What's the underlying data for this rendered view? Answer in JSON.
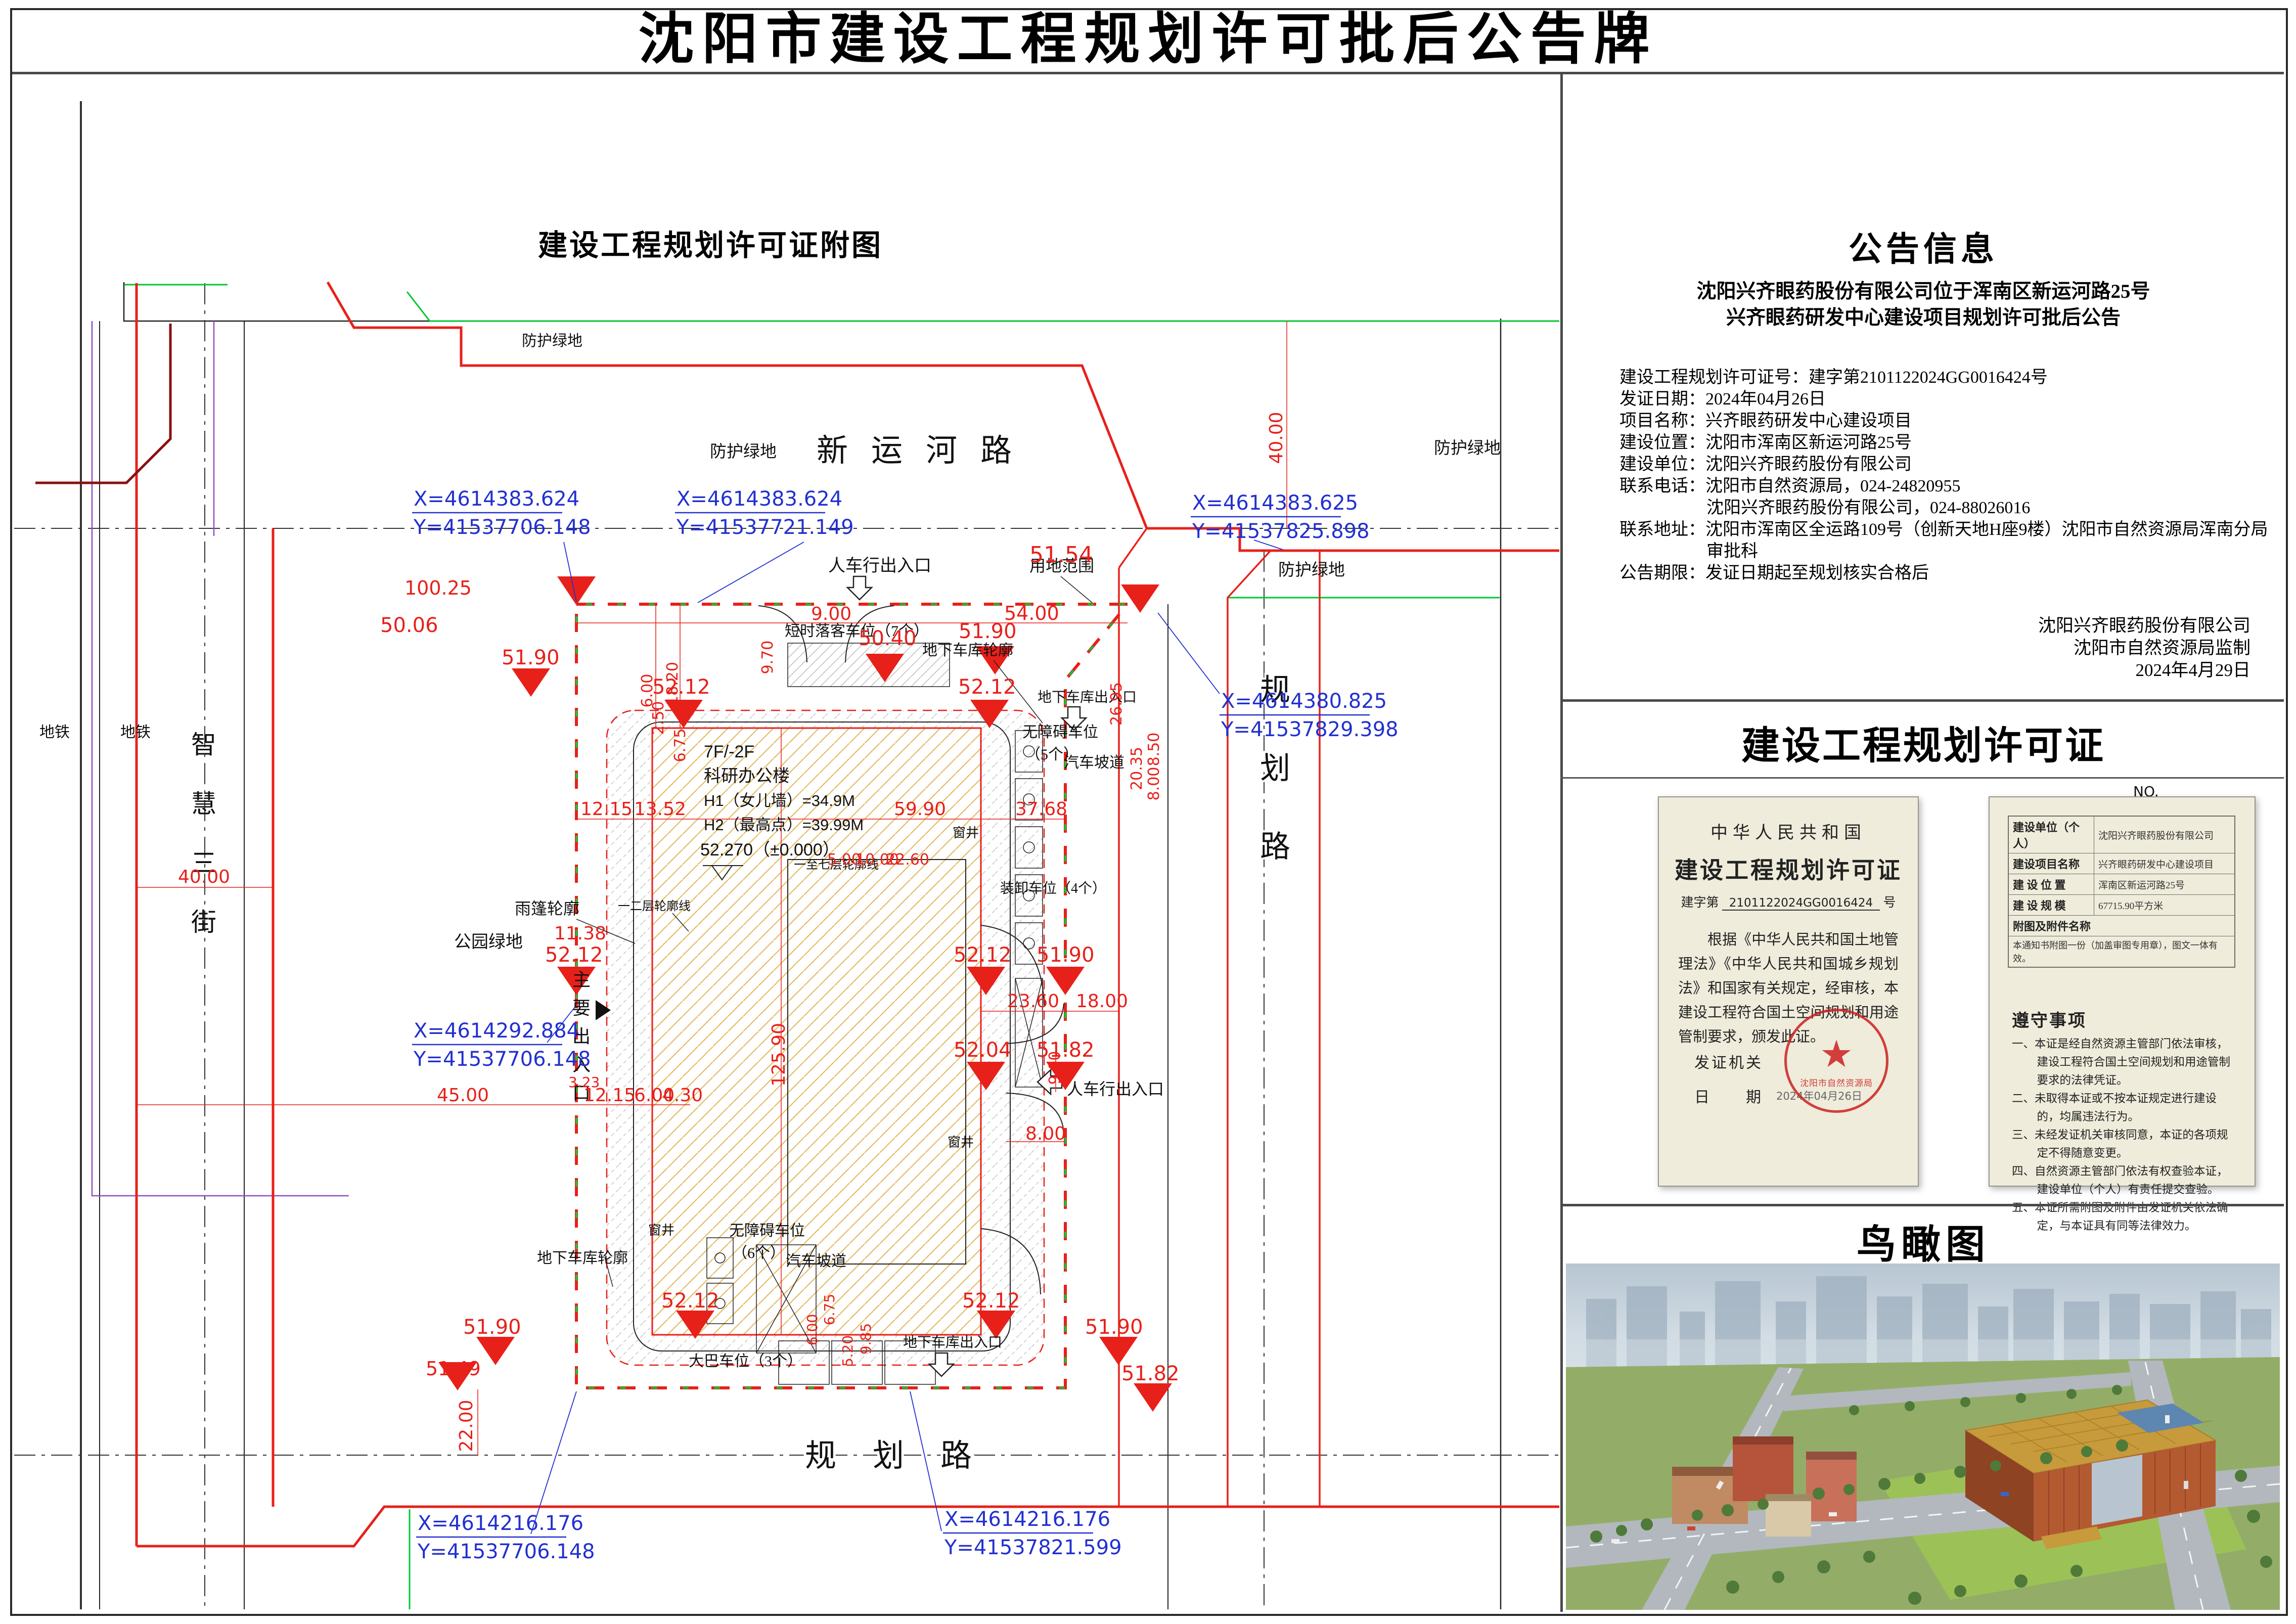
{
  "page": {
    "title": "沈阳市建设工程规划许可批后公告牌"
  },
  "plan": {
    "title": "建设工程规划许可证附图",
    "roads": {
      "north": "新运河路",
      "south": "规划路",
      "west_chars": [
        "智",
        "慧",
        "三",
        "街"
      ],
      "east_chars": [
        "规",
        "划",
        "路"
      ]
    },
    "labels": {
      "green": "防护绿地",
      "park": "公园绿地",
      "metro": "地铁",
      "boundary": "用地范围",
      "canopy": "雨篷轮廓",
      "drop_off": "短时落客车位（7个）",
      "garage_outline": "地下车库轮廓",
      "garage_entry": "地下车库出入口",
      "bf5": "无障碍车位",
      "bf5n": "（5个）",
      "bf6": "无障碍车位",
      "bf6n": "（6个）",
      "ramp": "汽车坡道",
      "loading": "装卸车位（4个）",
      "bus": "大巴车位（3个）",
      "well": "窗井",
      "outline12": "一二层轮廓线",
      "outline17": "一至七层轮廓线",
      "entry_pv": "人车行出入口",
      "main_entry": [
        "主",
        "要",
        "出",
        "入",
        "口"
      ]
    },
    "building": {
      "floors": "7F/-2F",
      "name": "科研办公楼",
      "h1": "H1（女儿墙）=34.9M",
      "h2": "H2（最高点）=39.99M",
      "level": "52.270（±0.000）"
    },
    "elev": {
      "e50_06": "50.06",
      "e50_40": "50.40",
      "e51_49": "51.49",
      "e51_54": "51.54",
      "e51_82": "51.82",
      "e51_90": "51.90",
      "e52_04": "52.04",
      "e52_12": "52.12"
    },
    "dims": {
      "d100_25": "100.25",
      "d9_00": "9.00",
      "d54_00": "54.00",
      "d9_70": "9.70",
      "d18_20": "18.20",
      "d6_00": "6.00",
      "d2_50": "2.50",
      "d6_75": "6.75",
      "d12_15": "12.15",
      "d13_52": "13.52",
      "d59_90": "59.90",
      "d37_68": "37.68",
      "d26_95": "26.95",
      "d20_35": "20.35",
      "d8_50": "8.50",
      "d8_00": "8.00",
      "d23_60": "23.60",
      "d18_00": "18.00",
      "d5_00": "5.00",
      "d10_00": "10.00",
      "d22_60": "22.60",
      "d45_00": "45.00",
      "d4_30": "4.30",
      "d3_23": "3.23",
      "d40_00": "40.00",
      "d22_00": "22.00",
      "d125_90": "125.90",
      "d11_38": "11.38",
      "d5_20": "5.20",
      "d9_85": "9.85"
    },
    "coords": [
      {
        "x": "X=4614383.624",
        "y": "Y=41537706.148"
      },
      {
        "x": "X=4614383.624",
        "y": "Y=41537721.149"
      },
      {
        "x": "X=4614383.625",
        "y": "Y=41537825.898"
      },
      {
        "x": "X=4614380.825",
        "y": "Y=41537829.398"
      },
      {
        "x": "X=4614292.884",
        "y": "Y=41537706.148"
      },
      {
        "x": "X=4614216.176",
        "y": "Y=41537706.148"
      },
      {
        "x": "X=4614216.176",
        "y": "Y=41537821.599"
      }
    ]
  },
  "notice": {
    "title": "公告信息",
    "intro1": "沈阳兴齐眼药股份有限公司位于浑南区新运河路25号",
    "intro2": "兴齐眼药研发中心建设项目规划许可批后公告",
    "fields": [
      {
        "label": "建设工程规划许可证号：",
        "value": "建字第2101122024GG0016424号"
      },
      {
        "label": "发证日期：",
        "value": "2024年04月26日"
      },
      {
        "label": "项目名称：",
        "value": "兴齐眼药研发中心建设项目"
      },
      {
        "label": "建设位置：",
        "value": "沈阳市浑南区新运河路25号"
      },
      {
        "label": "建设单位：",
        "value": "沈阳兴齐眼药股份有限公司"
      },
      {
        "label": "联系电话：",
        "value": "沈阳市自然资源局，024-24820955"
      },
      {
        "label": "",
        "value": "沈阳兴齐眼药股份有限公司，024-88026016"
      },
      {
        "label": "联系地址：",
        "value": "沈阳市浑南区全运路109号（创新天地H座9楼）沈阳市自然资源局浑南分局"
      },
      {
        "label": "",
        "value": "审批科"
      },
      {
        "label": "公告期限：",
        "value": "发证日期起至规划核实合格后"
      }
    ],
    "footer1": "沈阳兴齐眼药股份有限公司",
    "footer2": "沈阳市自然资源局监制",
    "footer3": "2024年4月29日"
  },
  "permit": {
    "title": "建设工程规划许可证",
    "no_label": "NO.",
    "left_cert": {
      "country": "中华人民共和国",
      "cert_title": "建设工程规划许可证",
      "serial_prefix": "建字第",
      "serial": "2101122024GG0016424",
      "serial_suffix": "号",
      "body": "根据《中华人民共和国土地管理法》《中华人民共和国城乡规划法》和国家有关规定，经审核，本建设工程符合国土空间规划和用途管制要求，颁发此证。",
      "issuer_label": "发证机关",
      "seal_star": "★",
      "seal_text": "沈阳市自然资源局",
      "date_label": "日　　期",
      "date": "2024年04月26日"
    },
    "right_cert": {
      "rows": [
        {
          "label": "建设单位（个人）",
          "value": "沈阳兴齐眼药股份有限公司"
        },
        {
          "label": "建设项目名称",
          "value": "兴齐眼药研发中心建设项目"
        },
        {
          "label": "建 设 位 置",
          "value": "浑南区新运河路25号"
        },
        {
          "label": "建 设 规 模",
          "value": "67715.90平方米"
        }
      ],
      "attach_label": "附图及附件名称",
      "attach_value": "本通知书附图一份（加盖审图专用章），图文一体有效。",
      "rules_title": "遵守事项",
      "rules": [
        "一、本证是经自然资源主管部门依法审核，建设工程符合国土空间规划和用途管制要求的法律凭证。",
        "二、未取得本证或不按本证规定进行建设的，均属违法行为。",
        "三、未经发证机关审核同意，本证的各项规定不得随意变更。",
        "四、自然资源主管部门依法有权查验本证，建设单位（个人）有责任提交查验。",
        "五、本证所需附图及附件由发证机关依法确定，与本证具有同等法律效力。"
      ]
    }
  },
  "aerial": {
    "title": "鸟瞰图"
  }
}
